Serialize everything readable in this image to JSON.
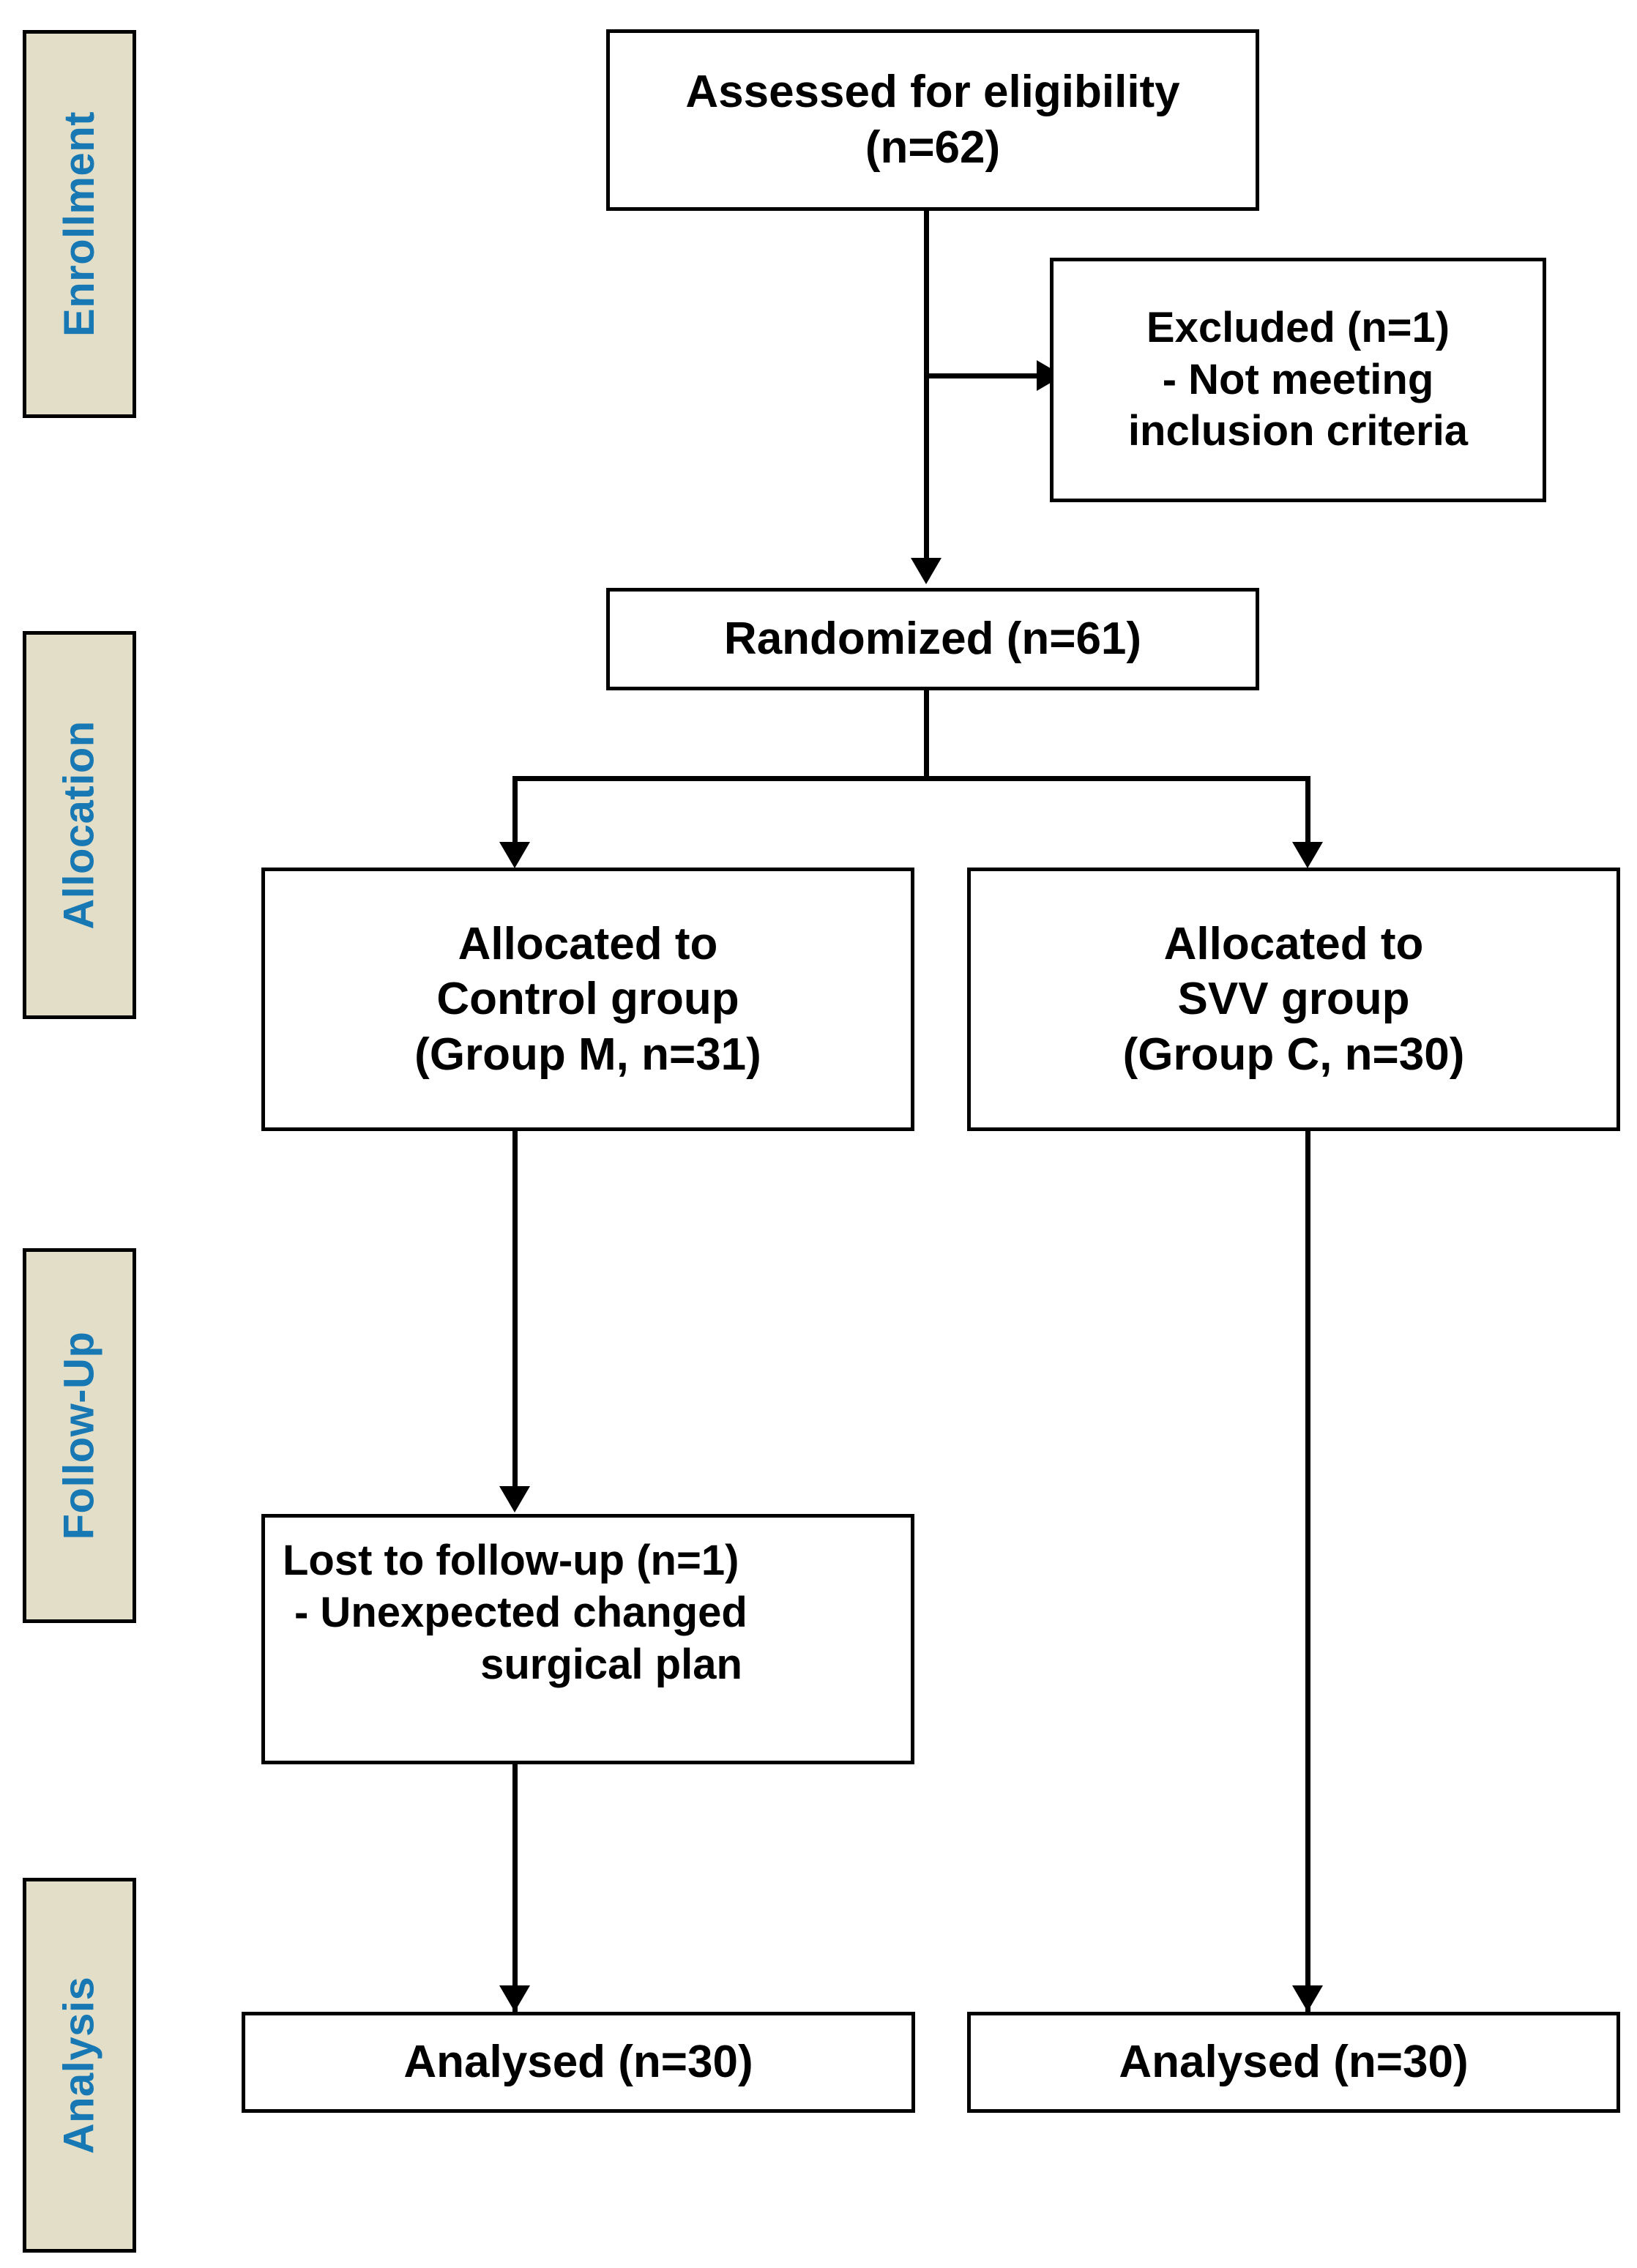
{
  "diagram": {
    "title": "CONSORT participant flow diagram",
    "colors": {
      "stage_band_fill": "#E2DEC7",
      "stage_band_text": "#1878B4",
      "node_border": "#000000",
      "node_fill": "#FFFFFF",
      "connector": "#000000",
      "page_background": "#FFFFFF"
    },
    "stages": [
      {
        "id": "enrollment",
        "label": "Enrollment"
      },
      {
        "id": "allocation",
        "label": "Allocation"
      },
      {
        "id": "followup",
        "label": "Follow-Up"
      },
      {
        "id": "analysis",
        "label": "Analysis"
      }
    ],
    "nodes": {
      "assessed": {
        "lines": [
          "Assessed for eligibility",
          "(n=62)"
        ],
        "count": 62
      },
      "excluded": {
        "lines": [
          "Excluded  (n=1)",
          "- Not meeting",
          "inclusion criteria"
        ],
        "count": 1,
        "reasons": [
          {
            "reason": "Not meeting inclusion criteria",
            "n": 1
          }
        ]
      },
      "randomized": {
        "lines": [
          "Randomized (n=61)"
        ],
        "count": 61
      },
      "alloc_control": {
        "lines": [
          "Allocated to",
          "Control group",
          "(Group M, n=31)"
        ],
        "group_label": "Group M",
        "count": 31
      },
      "alloc_svv": {
        "lines": [
          "Allocated to",
          "SVV group",
          "(Group C, n=30)"
        ],
        "group_label": "Group C",
        "count": 30
      },
      "lost_followup": {
        "lines": [
          "Lost to follow-up (n=1)",
          "-  Unexpected changed",
          "surgical plan"
        ],
        "count": 1,
        "reasons": [
          {
            "reason": "Unexpected changed surgical plan",
            "n": 1
          }
        ]
      },
      "analysed_left": {
        "lines": [
          "Analysed  (n=30)"
        ],
        "count": 30
      },
      "analysed_right": {
        "lines": [
          "Analysed  (n=30)"
        ],
        "count": 30
      }
    }
  }
}
